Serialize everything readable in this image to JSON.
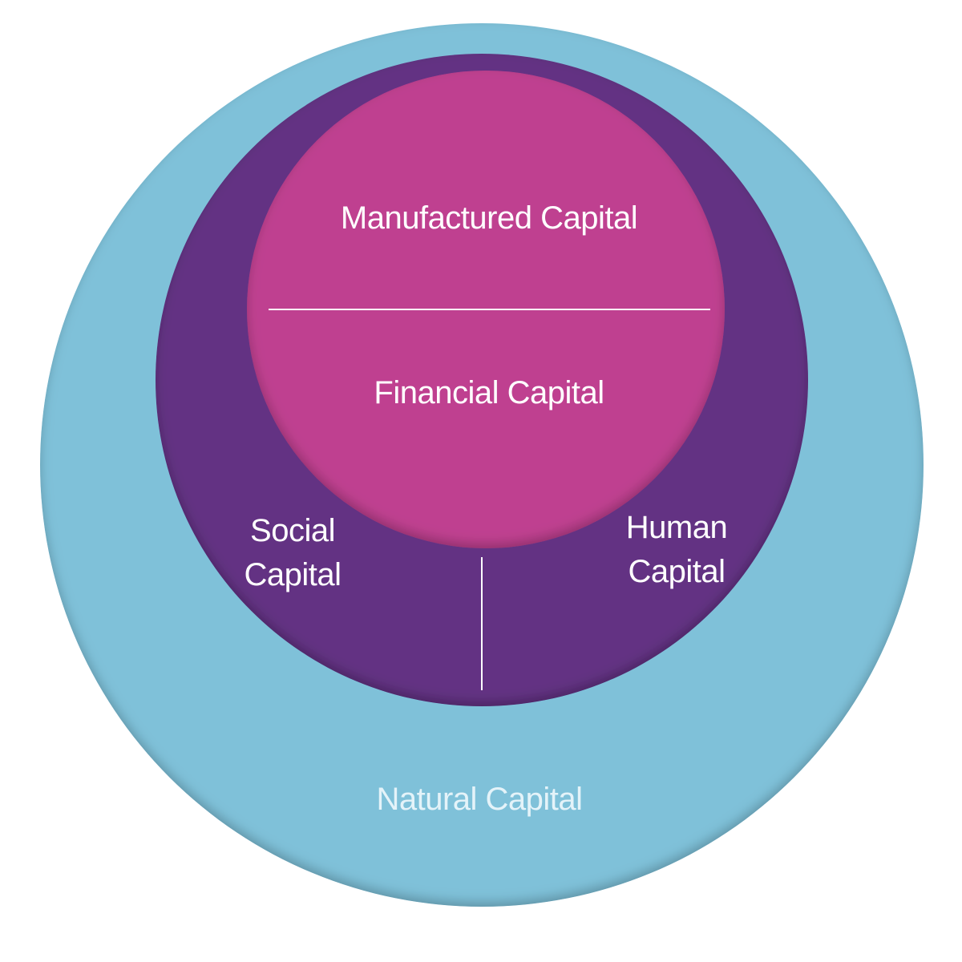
{
  "colors": {
    "background": "#ffffff",
    "natural": "#7fc1d9",
    "social_human": "#633383",
    "manufactured_financial": "#bf4190",
    "divider": "#ffffff"
  },
  "labels": {
    "manufactured": "Manufactured Capital",
    "financial": "Financial Capital",
    "social_line1": "Social",
    "social_line2": "Capital",
    "human_line1": "Human",
    "human_line2": "Capital",
    "natural": "Natural Capital"
  }
}
